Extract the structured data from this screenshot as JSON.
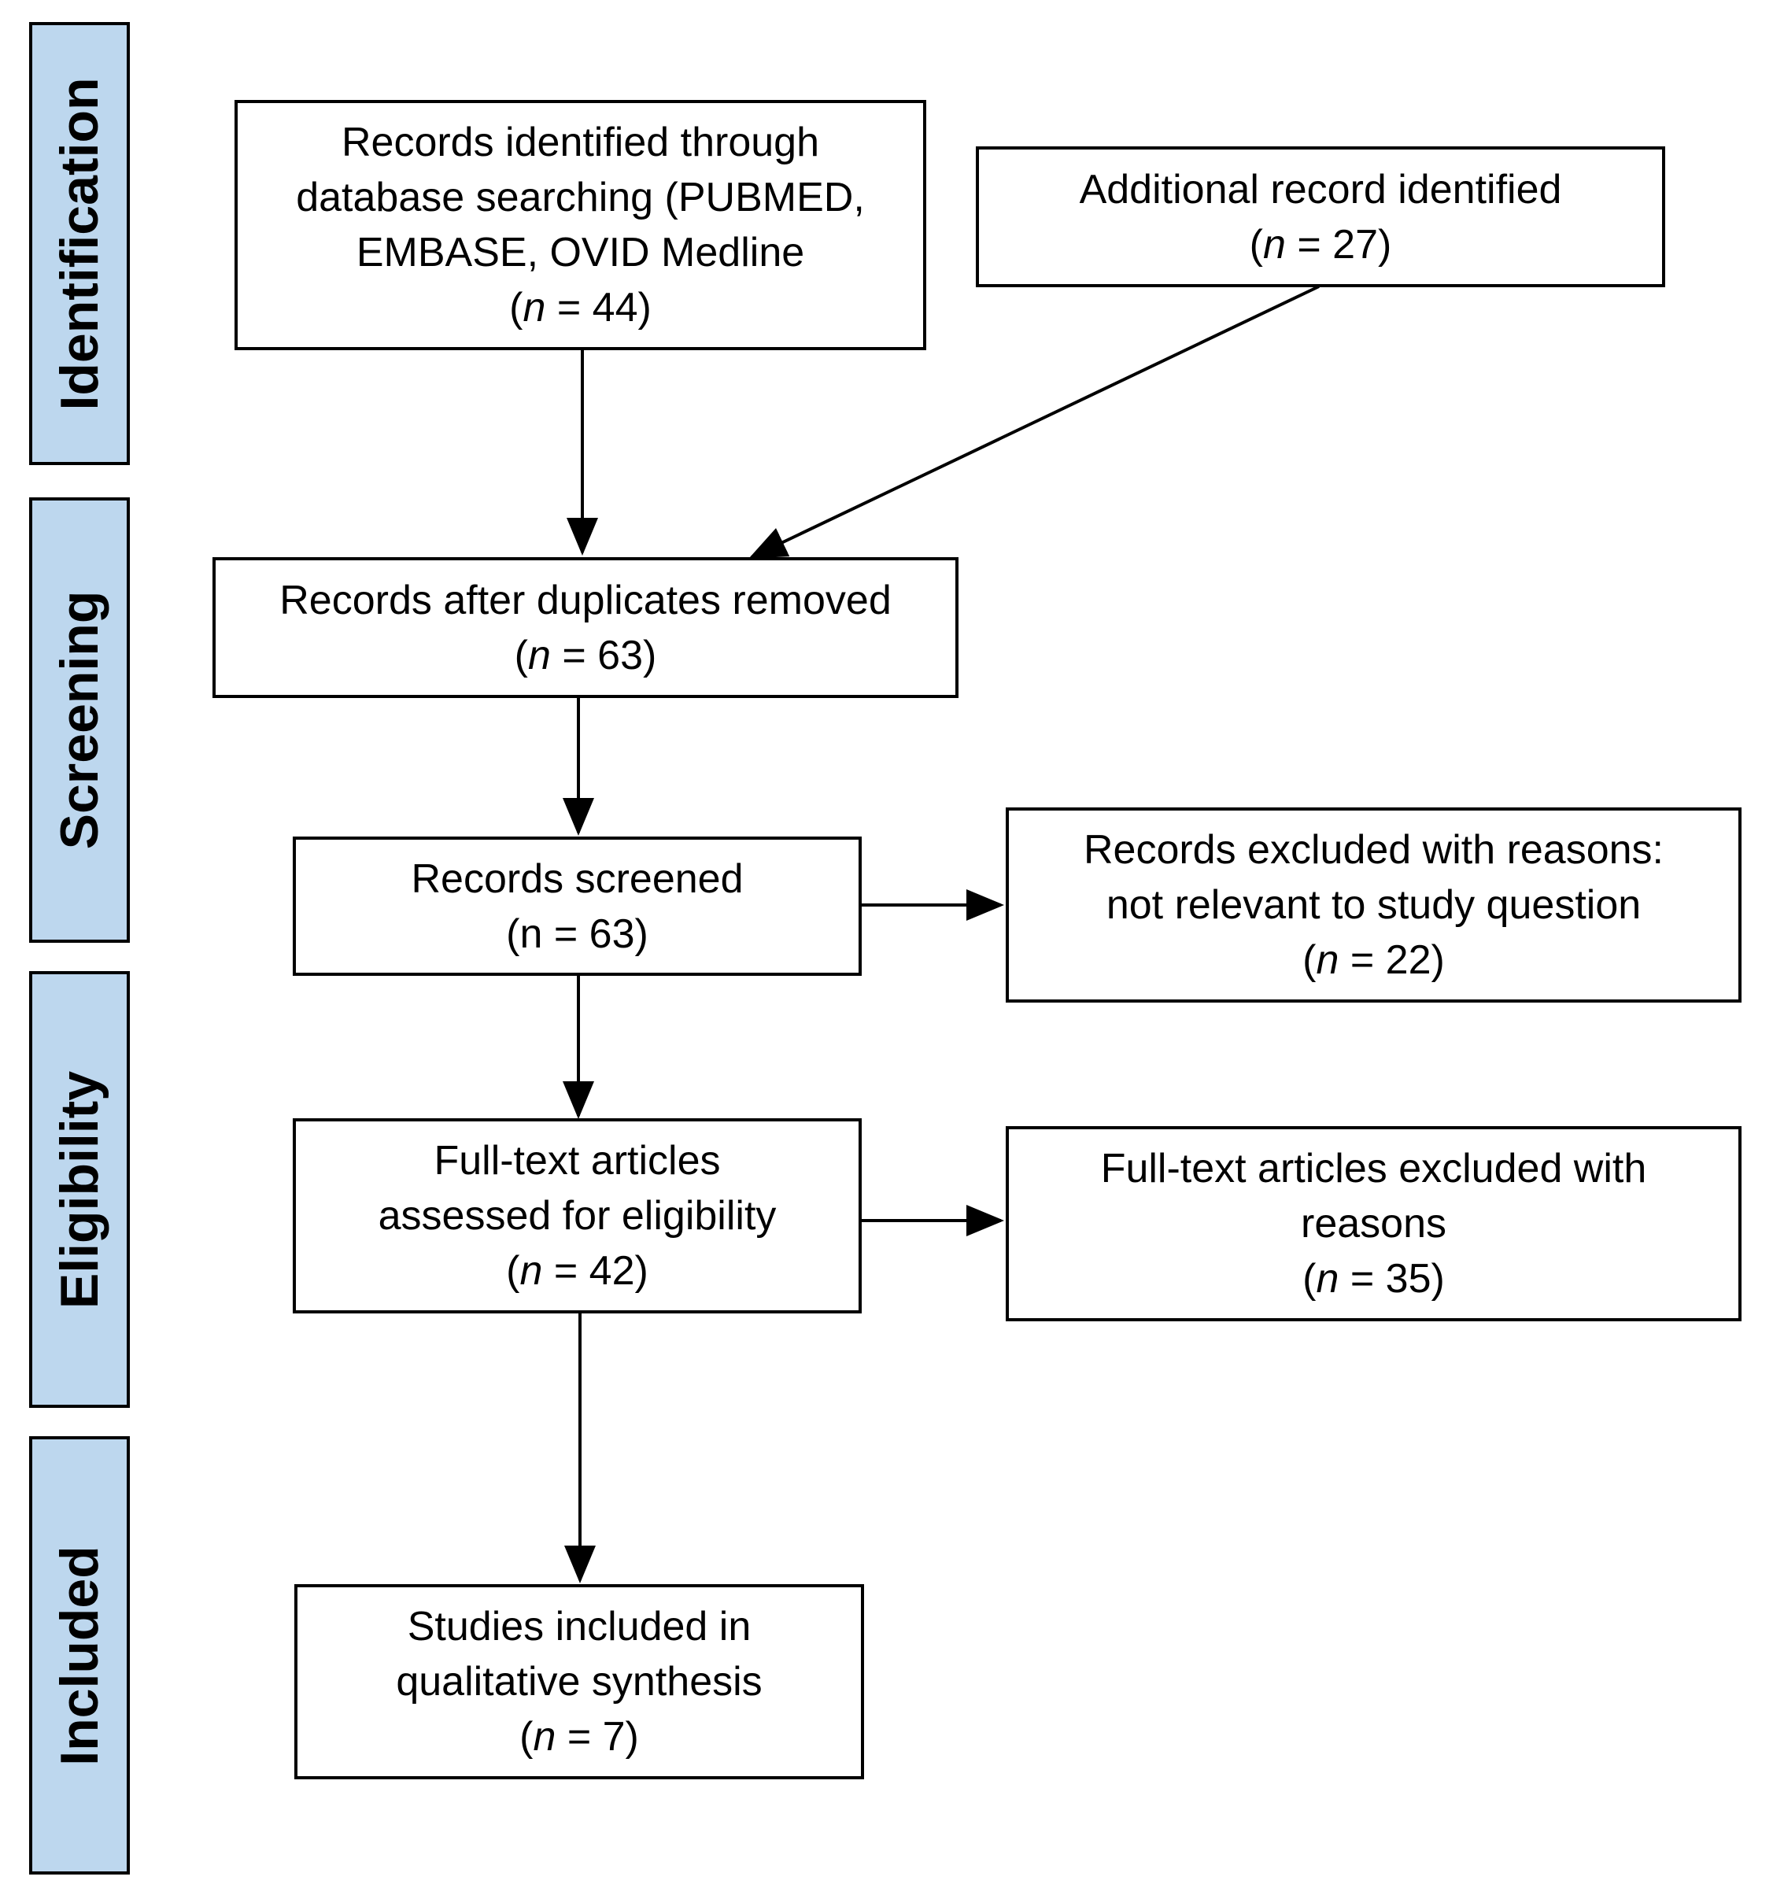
{
  "phases": {
    "identification": "Identification",
    "screening": "Screening",
    "eligibility": "Eligibility",
    "included": "Included"
  },
  "boxes": {
    "database_search": {
      "lines": [
        "Records identified through",
        "database searching (PUBMED,",
        "EMBASE, OVID Medline"
      ],
      "n_prefix": "(",
      "n_var": "n",
      "n_rest": " = 44)"
    },
    "additional_records": {
      "lines": [
        "Additional record identified"
      ],
      "n_prefix": "(",
      "n_var": "n",
      "n_rest": " = 27)"
    },
    "after_duplicates": {
      "lines": [
        "Records after duplicates removed"
      ],
      "n_prefix": "(",
      "n_var": "n",
      "n_rest": " = 63)"
    },
    "records_screened": {
      "lines": [
        "Records screened"
      ],
      "n_text": "(n = 63)"
    },
    "records_excluded": {
      "lines": [
        "Records excluded with reasons:",
        "not relevant to study question"
      ],
      "n_prefix": "(",
      "n_var": "n",
      "n_rest": " = 22)"
    },
    "fulltext_assessed": {
      "lines": [
        "Full-text articles",
        "assessed for eligibility"
      ],
      "n_prefix": "(",
      "n_var": "n",
      "n_rest": " = 42)"
    },
    "fulltext_excluded": {
      "lines": [
        "Full-text articles excluded with",
        "reasons"
      ],
      "n_prefix": "(",
      "n_var": "n",
      "n_rest": " = 35)"
    },
    "studies_included": {
      "lines": [
        "Studies included in",
        "qualitative synthesis"
      ],
      "n_prefix": "(",
      "n_var": "n",
      "n_rest": " = 7)"
    }
  },
  "colors": {
    "phase_fill": "#bdd7ee",
    "stroke": "#000000"
  }
}
